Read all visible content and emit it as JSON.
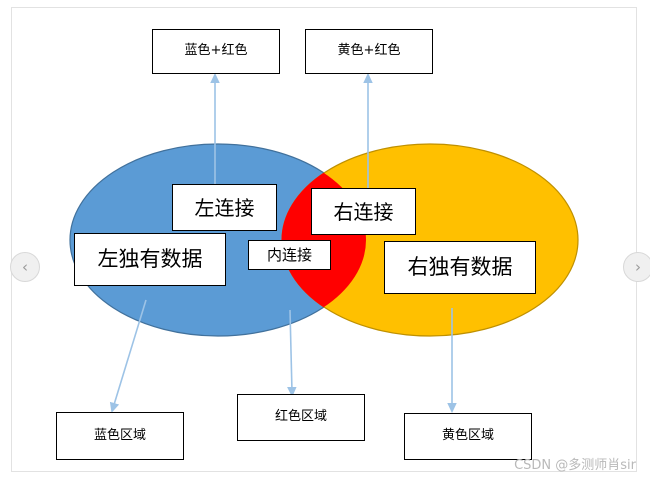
{
  "diagram": {
    "title_boxes": {
      "blue_red": "蓝色+红色",
      "yellow_red": "黄色+红色"
    },
    "join_labels": {
      "left_join": "左连接",
      "right_join": "右连接",
      "inner_join": "内连接"
    },
    "region_labels": {
      "left_only": "左独有数据",
      "right_only": "右独有数据"
    },
    "bottom_boxes": {
      "blue_area": "蓝色区域",
      "red_area": "红色区域",
      "yellow_area": "黄色区域"
    },
    "colors": {
      "blue_ellipse": "#5b9bd5",
      "yellow_ellipse": "#ffc000",
      "red_overlap": "#ff0000",
      "arrow_line": "#9dc3e6",
      "box_border": "#000000",
      "canvas_border": "#e2e2e2"
    }
  },
  "carousel": {
    "prev_icon": "‹",
    "next_icon": "›"
  },
  "watermark": {
    "text": "CSDN @多测师肖sir"
  }
}
